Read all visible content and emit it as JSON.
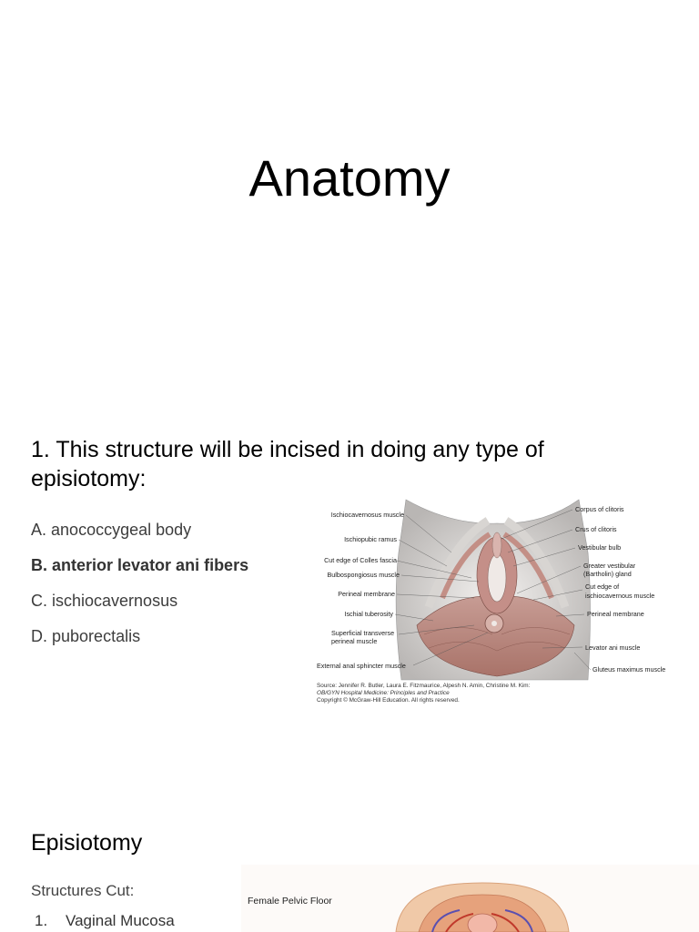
{
  "slide": {
    "title": "Anatomy"
  },
  "question": {
    "text": "1. This structure will be incised in doing any type of episiotomy:",
    "options": [
      {
        "letter": "A.",
        "text": "anococcygeal body",
        "correct": false
      },
      {
        "letter": "B.",
        "text": "anterior levator ani fibers",
        "correct": true
      },
      {
        "letter": "C.",
        "text": "ischiocavernosus",
        "correct": false
      },
      {
        "letter": "D.",
        "text": "puborectalis",
        "correct": false
      }
    ]
  },
  "figure1": {
    "labels_left": [
      "Ischiocavernosus muscle",
      "Ischiopubic ramus",
      "Cut edge of Colles fascia",
      "Bulbospongiosus muscle",
      "Perineal membrane",
      "Ischial tuberosity",
      "Superficial transverse",
      "perineal muscle",
      "External anal sphincter muscle"
    ],
    "labels_right": [
      "Corpus of clitoris",
      "Crus of clitoris",
      "Vestibular bulb",
      "Greater vestibular",
      "(Bartholin) gland",
      "Cut edge of",
      "ischiocavernous muscle",
      "Perineal membrane",
      "Levator ani muscle",
      "Gluteus maximus muscle"
    ],
    "source_line1": "Source: Jennifer R. Butler, Laura E. Fitzmaurice, Alpesh N. Amin, Christine M. Kim:",
    "source_line2": "OB/GYN Hospital Medicine: Principles and Practice",
    "source_line3": "Copyright © McGraw-Hill Education. All rights reserved."
  },
  "section": {
    "title": "Episiotomy",
    "sub_heading": "Structures Cut:",
    "list": [
      {
        "num": "1.",
        "text": "Vaginal Mucosa"
      }
    ]
  },
  "figure2": {
    "label": "Female Pelvic Floor"
  }
}
